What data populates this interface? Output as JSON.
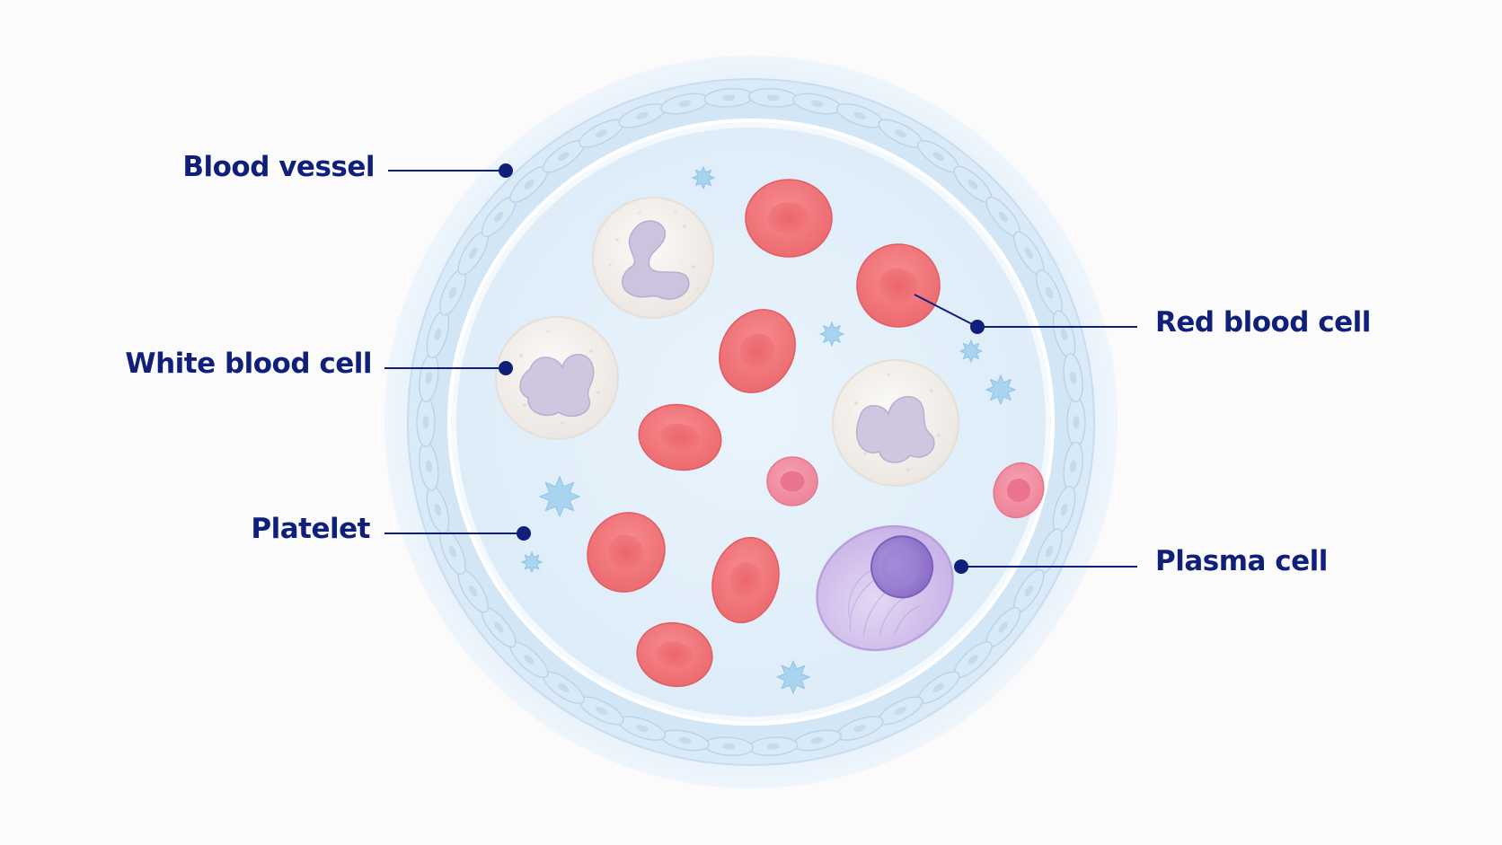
{
  "labels": {
    "blood_vessel": "Blood vessel",
    "white_blood_cell": "White blood cell",
    "platelet": "Platelet",
    "red_blood_cell": "Red blood cell",
    "plasma_cell": "Plasma cell"
  },
  "colors": {
    "label_text": "#0f1f7a",
    "leader_line": "#0f1f7a",
    "background": "#fbfbfb",
    "vessel_outer": "#e6f1fb",
    "vessel_wall": "#d2e5f5",
    "lumen": "#e3f0fa",
    "red_blood_cell": "#f2787c",
    "red_blood_cell_center": "#e85d63",
    "white_blood_cell": "#f6f3f0",
    "white_blood_cell_nucleus": "#cfc6e0",
    "plasma_cell": "#d5c4ec",
    "plasma_cell_nucleus": "#9d7fd0",
    "platelet": "#a8d3ef"
  },
  "icons": {
    "red_blood_cell": "biconcave-disc",
    "white_blood_cell": "lobed-nucleus-cell",
    "plasma_cell": "eccentric-nucleus-cell",
    "platelet": "star-fragment"
  }
}
